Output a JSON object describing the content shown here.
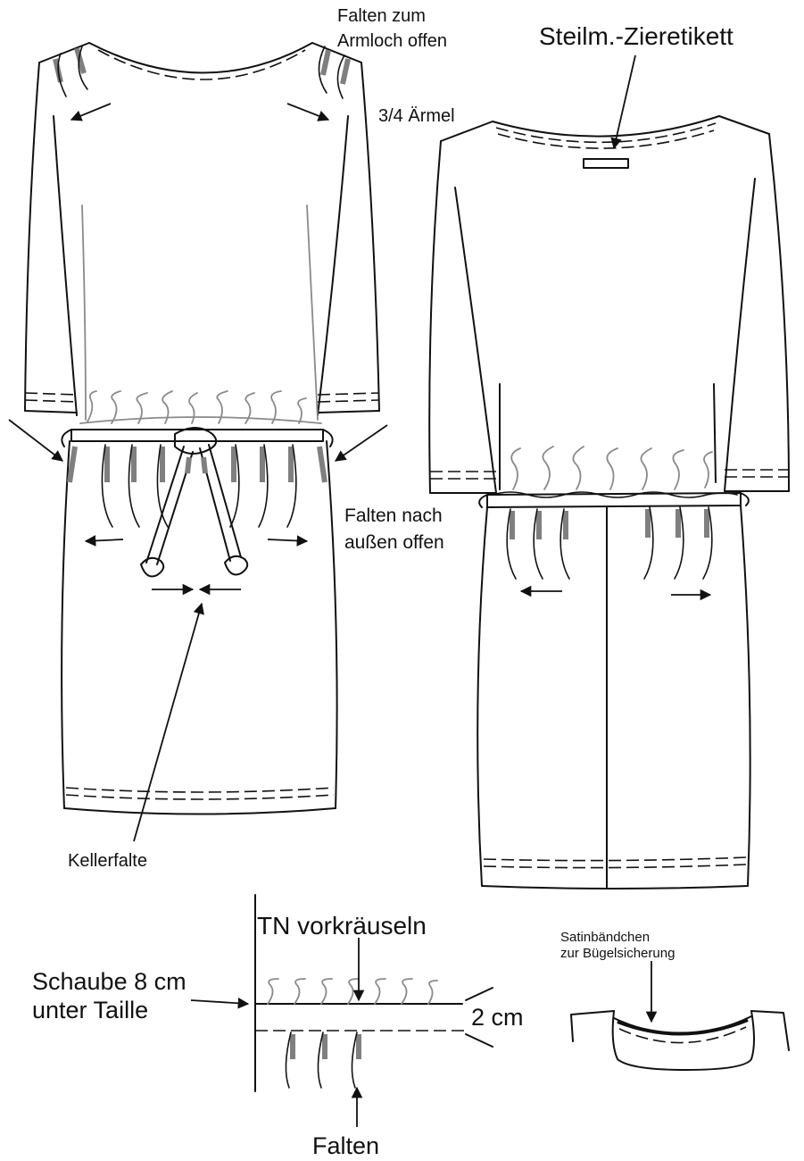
{
  "labels": {
    "armhole_pleats_line1": "Falten zum",
    "armhole_pleats_line2": "Armloch offen",
    "sleeve": "3/4 Ärmel",
    "label_tag": "Steilm.-Zieretikett",
    "outward_pleats_line1": "Falten nach",
    "outward_pleats_line2": "außen offen",
    "box_pleat": "Kellerfalte",
    "gather_seam": "TN vorkräuseln",
    "yoke_line1": "Schaube 8 cm",
    "yoke_line2": "unter Taille",
    "width": "2 cm",
    "pleats": "Falten",
    "ribbon_line1": "Satinbändchen",
    "ribbon_line2": "zur Bügelsicherung"
  },
  "colors": {
    "line": "#111111",
    "pleat_shade": "#7f7f7f",
    "gather_lines": "#8a8a8a",
    "background": "#ffffff"
  }
}
